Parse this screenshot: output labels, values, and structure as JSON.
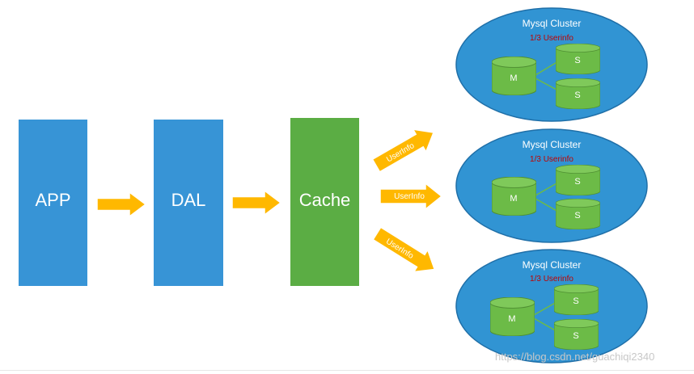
{
  "boxes": {
    "app": "APP",
    "dal": "DAL",
    "cache": "Cache"
  },
  "arrows": {
    "top": "UserInfo",
    "middle": "UserInfo",
    "bottom": "UserInfo"
  },
  "clusters": [
    {
      "title": "Mysql Cluster",
      "subtitle": "1/3 Userinfo",
      "master": "M",
      "slave1": "S",
      "slave2": "S"
    },
    {
      "title": "Mysql Cluster",
      "subtitle": "1/3 Userinfo",
      "master": "M",
      "slave1": "S",
      "slave2": "S"
    },
    {
      "title": "Mysql Cluster",
      "subtitle": "1/3 Userinfo",
      "master": "M",
      "slave1": "S",
      "slave2": "S"
    }
  ],
  "watermark": "https://blog.csdn.net/guachiqi2340",
  "colors": {
    "blue_box": "#3794d6",
    "green_box": "#5bad44",
    "arrow": "#ffb800",
    "ellipse": "#3194d3",
    "cylinder": "#6cbb47"
  }
}
